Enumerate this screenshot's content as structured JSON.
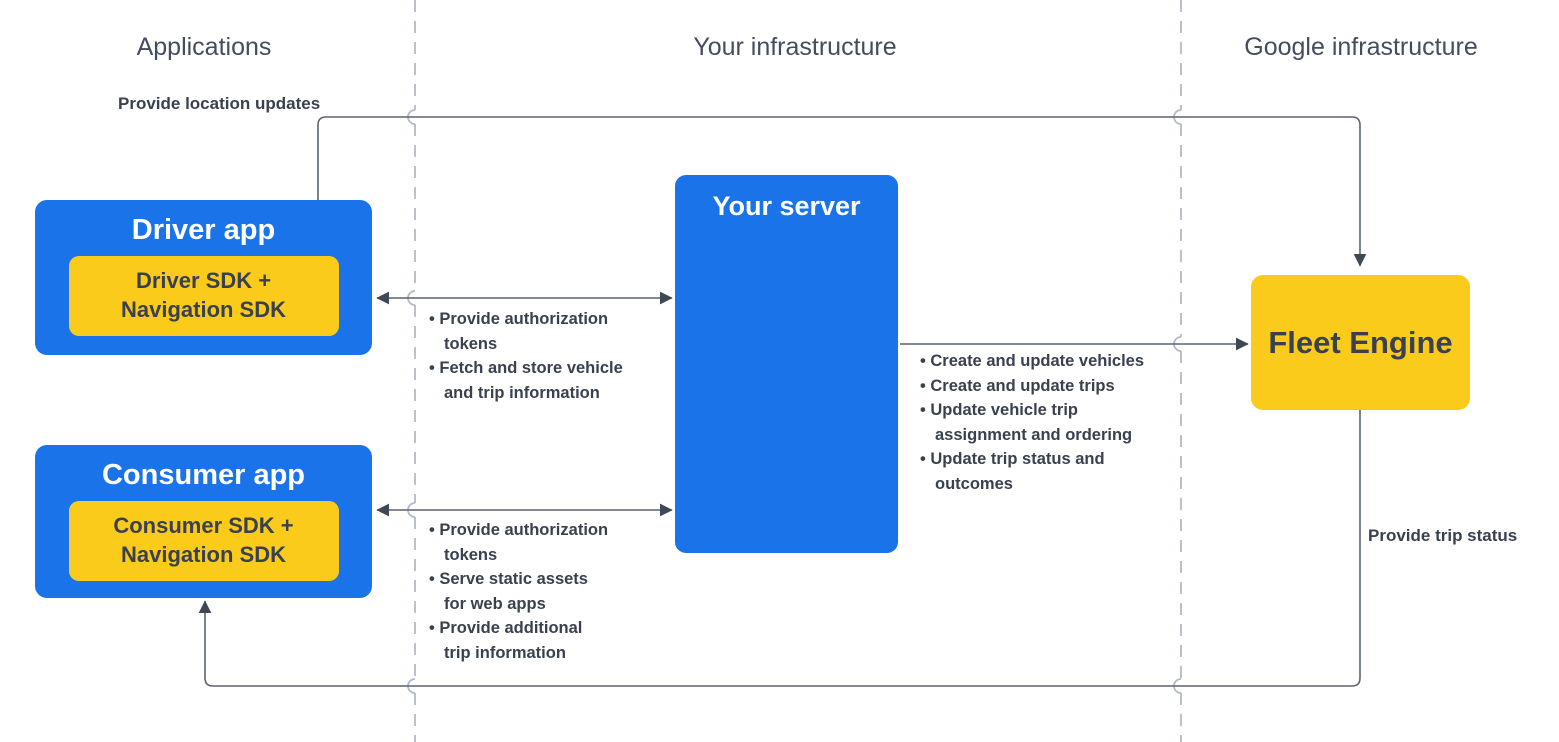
{
  "columns": [
    {
      "label": "Applications"
    },
    {
      "label": "Your infrastructure"
    },
    {
      "label": "Google infrastructure"
    }
  ],
  "nodes": {
    "driver_app": {
      "title": "Driver app",
      "sdk": "Driver SDK +\nNavigation SDK"
    },
    "consumer_app": {
      "title": "Consumer app",
      "sdk": "Consumer SDK +\nNavigation SDK"
    },
    "your_server": {
      "title": "Your server"
    },
    "fleet_engine": {
      "title": "Fleet Engine"
    }
  },
  "edges": {
    "location_updates_label": "Provide location updates",
    "trip_status_label": "Provide trip status",
    "driver_server_bullets": [
      "Provide authorization\ntokens",
      "Fetch and store vehicle\nand trip information"
    ],
    "consumer_server_bullets": [
      "Provide authorization\ntokens",
      "Serve static assets\nfor web apps",
      "Provide additional\ntrip information"
    ],
    "server_fleet_bullets": [
      "Create and update vehicles",
      "Create and update trips",
      "Update vehicle trip\nassignment and ordering",
      "Update trip status and\noutcomes"
    ]
  },
  "colors": {
    "blue": "#1A73E8",
    "yellow": "#FBCB1C",
    "line": "#5C6470",
    "arrow": "#3F4855",
    "divider": "#B4BAC5",
    "text_dark": "#3A414E",
    "header": "#444D5E"
  }
}
